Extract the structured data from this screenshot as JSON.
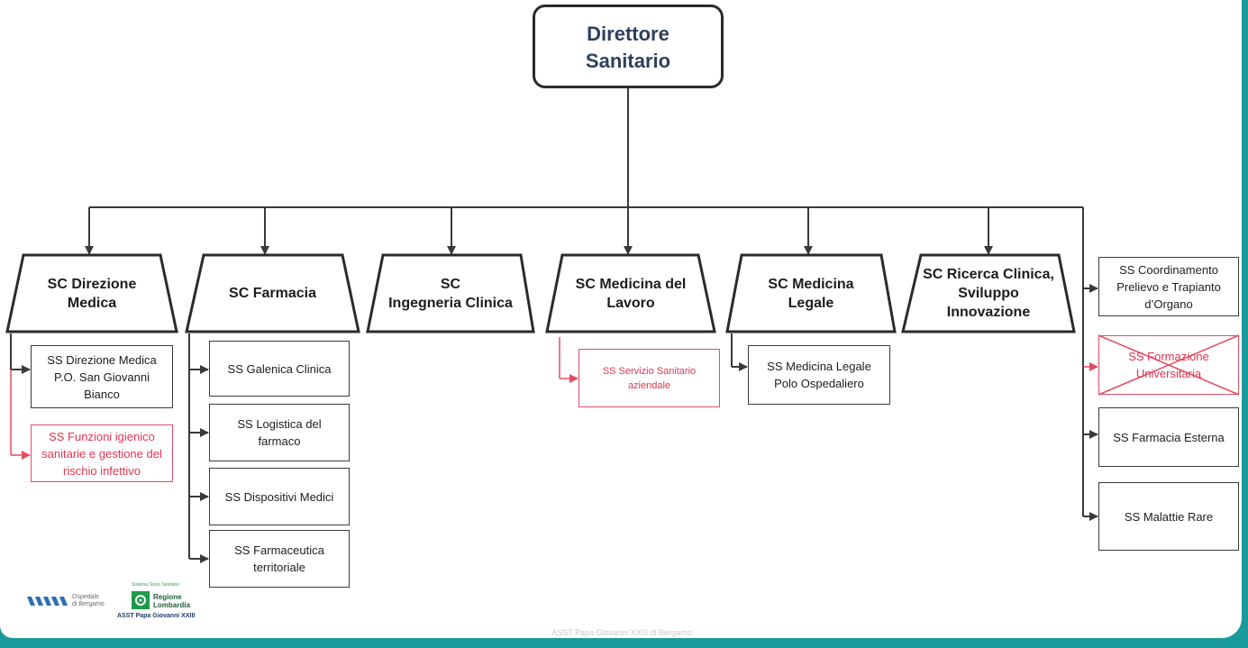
{
  "root": {
    "title": "Direttore\nSanitario"
  },
  "sc_units": [
    {
      "label": "SC Direzione\nMedica"
    },
    {
      "label": "SC Farmacia"
    },
    {
      "label": "SC\nIngegneria Clinica"
    },
    {
      "label": "SC Medicina del\nLavoro"
    },
    {
      "label": "SC Medicina\nLegale"
    },
    {
      "label": "SC Ricerca Clinica,\nSviluppo\nInnovazione"
    }
  ],
  "ss_units": {
    "direzione_medica": [
      {
        "label": "SS Direzione Medica\nP.O. San Giovanni\nBianco",
        "highlight": false
      },
      {
        "label": "SS Funzioni igienico\nsanitarie e gestione del\nrischio infettivo",
        "highlight": true
      }
    ],
    "farmacia": [
      {
        "label": "SS Galenica Clinica"
      },
      {
        "label": "SS Logistica del\nfarmaco"
      },
      {
        "label": "SS Dispositivi Medici"
      },
      {
        "label": "SS Farmaceutica\nterritoriale"
      }
    ],
    "medicina_lavoro": [
      {
        "label": "SS Servizio Sanitario\naziendale",
        "highlight": true
      }
    ],
    "medicina_legale": [
      {
        "label": "SS Medicina Legale\nPolo Ospedaliero"
      }
    ],
    "staff": [
      {
        "label": "SS Coordinamento\nPrelievo e Trapianto\nd’Organo",
        "crossed": false
      },
      {
        "label": "SS Formazione\nUniversitaria",
        "crossed": true
      },
      {
        "label": "SS Farmacia Esterna",
        "crossed": false
      },
      {
        "label": "SS Malattie Rare",
        "crossed": false
      }
    ]
  },
  "logos": {
    "hospital": "Ospedale\ndi Bergamo",
    "region_system": "Sistema Socio Sanitario",
    "region": "Regione\nLombardia",
    "asst": "ASST Papa Giovanni XXIII"
  },
  "footer": "ASST Papa Giovanni XXIII di Bergamo",
  "colors": {
    "accent_red": "#e23552",
    "frame_teal": "#1a9a9b",
    "title_navy": "#2e3f5e"
  }
}
